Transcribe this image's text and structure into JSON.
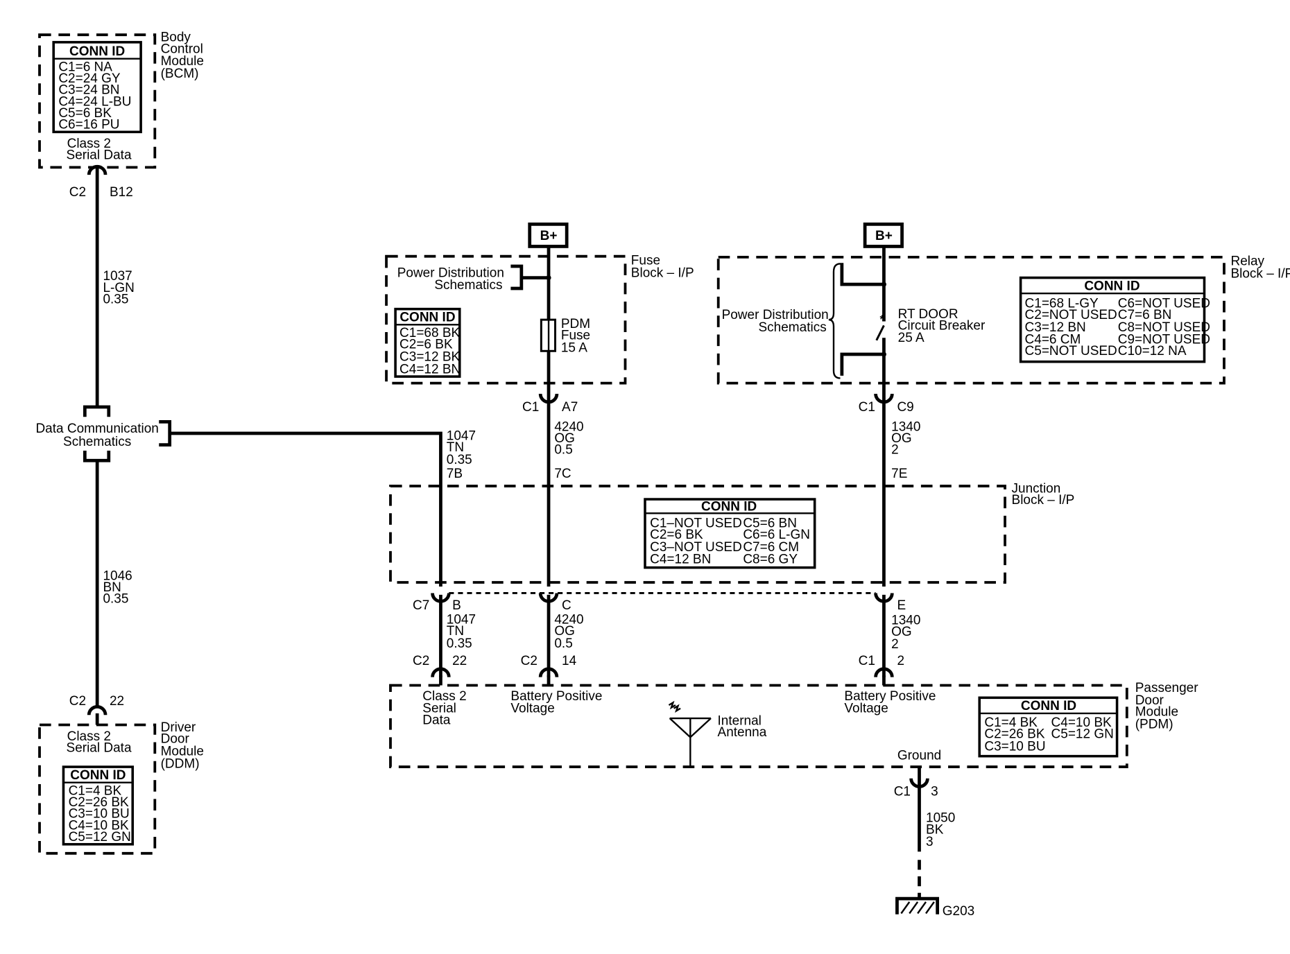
{
  "bcm": {
    "name_lines": [
      "Body",
      "Control",
      "Module",
      "(BCM)"
    ],
    "conn_title": "CONN ID",
    "conn_rows": [
      "C1=6 NA",
      "C2=24 GY",
      "C3=24 BN",
      "C4=24 L-BU",
      "C5=6 BK",
      "C6=16 PU"
    ],
    "signal_lines": [
      "Class 2",
      "Serial Data"
    ],
    "pin_connector": "C2",
    "pin_number": "B12"
  },
  "wire_1037": [
    "1037",
    "L-GN",
    "0.35"
  ],
  "wire_1046": [
    "1046",
    "BN",
    "0.35"
  ],
  "data_comm": {
    "lines": [
      "Data Communication",
      "Schematics"
    ]
  },
  "ddm": {
    "pin_connector": "C2",
    "pin_number": "22",
    "signal_lines": [
      "Class 2",
      "Serial Data"
    ],
    "name_lines": [
      "Driver",
      "Door",
      "Module",
      "(DDM)"
    ],
    "conn_title": "CONN ID",
    "conn_rows": [
      "C1=4 BK",
      "C2=26 BK",
      "C3=10 BU",
      "C4=10 BK",
      "C5=12 GN"
    ]
  },
  "fuse_block": {
    "bplus": "B+",
    "name_lines": [
      "Fuse",
      "Block – I/P"
    ],
    "power_dist_lines": [
      "Power Distribution",
      "Schematics"
    ],
    "conn_title": "CONN ID",
    "conn_rows": [
      "C1=68 BK",
      "C2=6 BK",
      "C3=12 BK",
      "C4=12 BN"
    ],
    "fuse_lines": [
      "PDM",
      "Fuse",
      "15 A"
    ],
    "out_connector": "C1",
    "out_pin": "A7"
  },
  "relay_block": {
    "bplus": "B+",
    "name_lines": [
      "Relay",
      "Block – I/P"
    ],
    "power_dist_lines": [
      "Power Distribution",
      "Schematics"
    ],
    "breaker_lines": [
      "RT DOOR",
      "Circuit Breaker",
      "25 A"
    ],
    "conn_title": "CONN ID",
    "conn_left": [
      "C1=68 L-GY",
      "C2=NOT USED",
      "C3=12 BN",
      "C4=6 CM",
      "C5=NOT USED"
    ],
    "conn_right": [
      "C6=NOT USED",
      "C7=6 BN",
      "C8=NOT USED",
      "C9=NOT USED",
      "C10=12 NA"
    ],
    "out_connector": "C1",
    "out_pin": "C9"
  },
  "wire_1047_top": [
    "1047",
    "TN",
    "0.35",
    "7B"
  ],
  "wire_4240_top": [
    "4240",
    "OG",
    "0.5",
    "7C"
  ],
  "wire_1340_top": [
    "1340",
    "OG",
    "2",
    "7E"
  ],
  "junction_block": {
    "name_lines": [
      "Junction",
      "Block – I/P"
    ],
    "conn_title": "CONN ID",
    "conn_left": [
      "C1–NOT USED",
      "C2=6 BK",
      "C3–NOT USED",
      "C4=12 BN"
    ],
    "conn_right": [
      "C5=6 BN",
      "C6=6 L-GN",
      "C7=6 CM",
      "C8=6 GY"
    ],
    "c7_label": "C7",
    "pin_b": "B",
    "pin_c": "C",
    "pin_e": "E"
  },
  "wire_1047_bot": [
    "1047",
    "TN",
    "0.35"
  ],
  "wire_4240_bot": [
    "4240",
    "OG",
    "0.5"
  ],
  "wire_1340_bot": [
    "1340",
    "OG",
    "2"
  ],
  "pdm": {
    "pin_a_connector": "C2",
    "pin_a_number": "22",
    "pin_b_connector": "C2",
    "pin_b_number": "14",
    "pin_c_connector": "C1",
    "pin_c_number": "2",
    "class2_lines": [
      "Class 2",
      "Serial",
      "Data"
    ],
    "battery1_lines": [
      "Battery Positive",
      "Voltage"
    ],
    "antenna_lines": [
      "Internal",
      "Antenna"
    ],
    "battery2_lines": [
      "Battery Positive",
      "Voltage"
    ],
    "ground_label": "Ground",
    "name_lines": [
      "Passenger",
      "Door",
      "Module",
      "(PDM)"
    ],
    "conn_title": "CONN ID",
    "conn_left": [
      "C1=4 BK",
      "C2=26 BK",
      "C3=10 BU"
    ],
    "conn_right": [
      "C4=10 BK",
      "C5=12 GN"
    ],
    "ground_connector": "C1",
    "ground_pin": "3"
  },
  "wire_1050": [
    "1050",
    "BK",
    "3"
  ],
  "ground_id": "G203"
}
